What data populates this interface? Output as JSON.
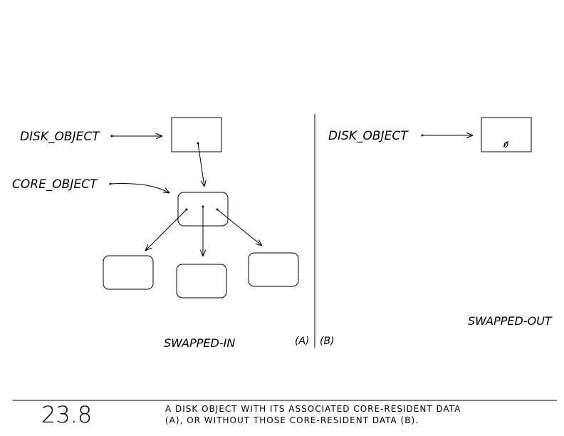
{
  "diagram": {
    "left": {
      "disk_object_label": "DISK_OBJECT",
      "core_object_label": "CORE_OBJECT",
      "caption": "SWAPPED-IN"
    },
    "right": {
      "disk_object_label": "DISK_OBJECT",
      "null_value": "0",
      "caption": "SWAPPED-OUT"
    },
    "tag_a": "(A)",
    "tag_b": "(B)"
  },
  "footer": {
    "figure_number": "23.8",
    "caption_line1": "A DISK OBJECT WITH ITS ASSOCIATED CORE-RESIDENT DATA",
    "caption_line2": "(A), OR WITHOUT THOSE CORE-RESIDENT DATA (B)."
  }
}
